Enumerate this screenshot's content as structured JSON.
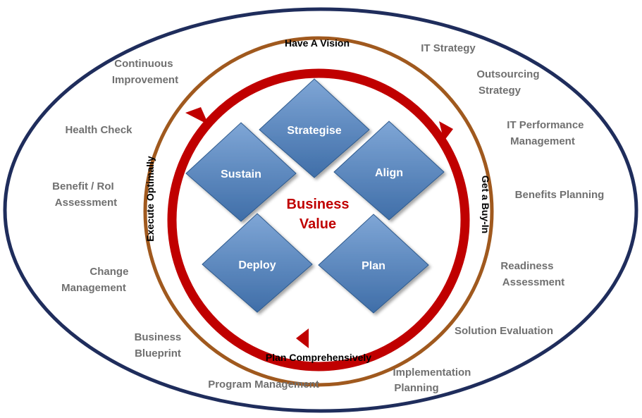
{
  "center": {
    "line1": "Business",
    "line2": "Value"
  },
  "ring_labels": {
    "top": "Have  A Vision",
    "right": "Get a Buy-In",
    "bottom": "Plan Comprehensively",
    "left": "Execute Optimally"
  },
  "phases": {
    "strategise": "Strategise",
    "align": "Align",
    "plan": "Plan",
    "deploy": "Deploy",
    "sustain": "Sustain"
  },
  "services": {
    "continuous_improvement": [
      "Continuous",
      "Improvement"
    ],
    "health_check": "Health Check",
    "benefit_roi": [
      "Benefit / RoI",
      "Assessment"
    ],
    "change_management": [
      "Change",
      "Management"
    ],
    "business_blueprint": [
      "Business",
      "Blueprint"
    ],
    "program_management": "Program Management",
    "implementation_planning": [
      "Implementation",
      "Planning"
    ],
    "solution_evaluation": "Solution Evaluation",
    "readiness_assessment": [
      "Readiness",
      "Assessment"
    ],
    "benefits_planning": "Benefits Planning",
    "it_performance_management": [
      "IT Performance",
      "Management"
    ],
    "outsourcing_strategy": [
      "Outsourcing",
      "Strategy"
    ],
    "it_strategy": "IT Strategy"
  },
  "colors": {
    "outer_ring": "#1f2d5c",
    "middle_ring": "#a0591e",
    "inner_cycle": "#c00000",
    "diamond": "#4f81bd",
    "center_text": "#c00000",
    "service_text": "#707070"
  }
}
